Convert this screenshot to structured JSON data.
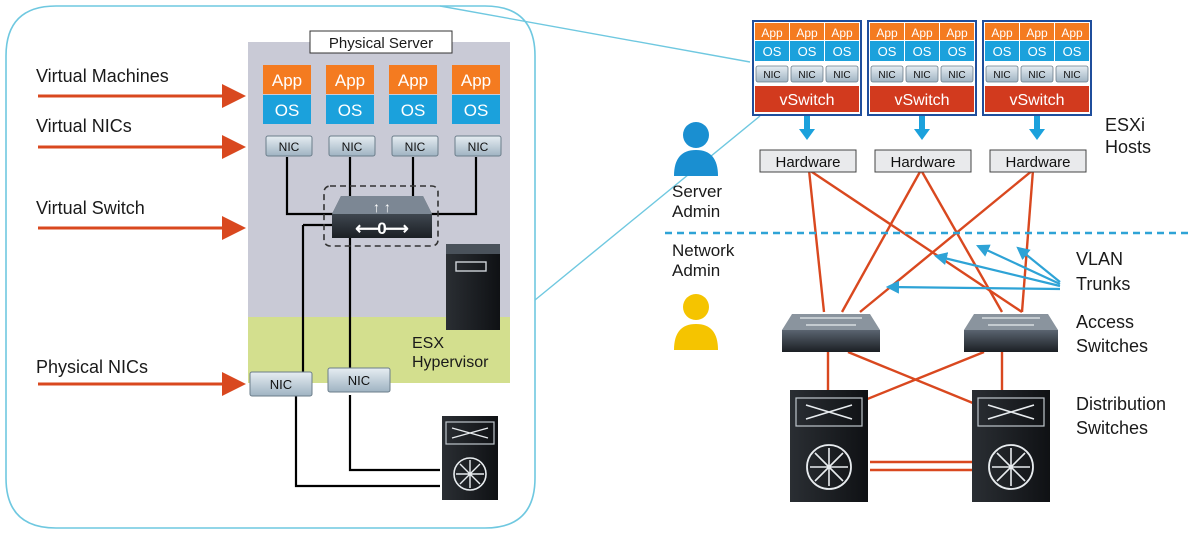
{
  "left": {
    "physical_server": "Physical Server",
    "hypervisor_line1": "ESX",
    "hypervisor_line2": "Hypervisor",
    "labels": {
      "virtual_machines": "Virtual Machines",
      "virtual_nics": "Virtual NICs",
      "virtual_switch": "Virtual Switch",
      "physical_nics": "Physical NICs"
    },
    "vm_app": "App",
    "vm_os": "OS",
    "nic": "NIC",
    "vswitch_symbol": "0"
  },
  "right": {
    "vm_app": "App",
    "vm_os": "OS",
    "nic": "NIC",
    "vswitch": "vSwitch",
    "hardware": "Hardware",
    "esxi_line1": "ESXi",
    "esxi_line2": "Hosts",
    "server_admin_line1": "Server",
    "server_admin_line2": "Admin",
    "network_admin_line1": "Network",
    "network_admin_line2": "Admin",
    "vlan_line1": "VLAN",
    "vlan_line2": "Trunks",
    "access_line1": "Access",
    "access_line2": "Switches",
    "dist_line1": "Distribution",
    "dist_line2": "Switches"
  },
  "colors": {
    "app_orange": "#f47b20",
    "os_blue": "#1ba1dc",
    "vswitch_red": "#d23a1e",
    "host_navy": "#1f4e9c",
    "arrow_red": "#d9481f",
    "link_red": "#d9481f",
    "trunk_blue": "#2ea3d6",
    "admin_blue": "#1a8fd1",
    "admin_yellow": "#f5c400",
    "server_gray": "#c9cad6",
    "hypervisor_green": "#d3df8e",
    "cloud_outline": "#6fc8e0"
  }
}
